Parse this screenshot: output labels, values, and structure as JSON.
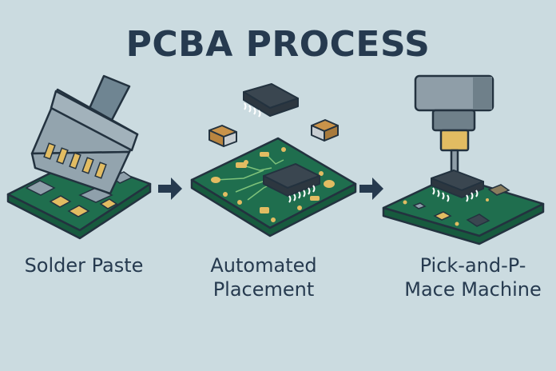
{
  "title": "PCBA PROCESS",
  "steps": [
    {
      "label_line1": "Solder Paste",
      "label_line2": ""
    },
    {
      "label_line1": "Automated",
      "label_line2": "Placement"
    },
    {
      "label_line1": "Pick-and-P-",
      "label_line2": "Mace Machine"
    }
  ],
  "icons": {
    "step1": "squeegee-solder-paste-icon",
    "step2": "smd-component-placement-icon",
    "step3": "pick-and-place-nozzle-icon",
    "arrow": "right-arrow-icon"
  },
  "colors": {
    "background": "#cbdbe0",
    "text": "#263a4f",
    "pcb_green": "#1f6e4e",
    "pcb_edge": "#175a3e",
    "pad_gold": "#e2bc62",
    "metal_gray": "#8fa0ab",
    "chip_dark": "#3a4650",
    "outline": "#23323f"
  }
}
